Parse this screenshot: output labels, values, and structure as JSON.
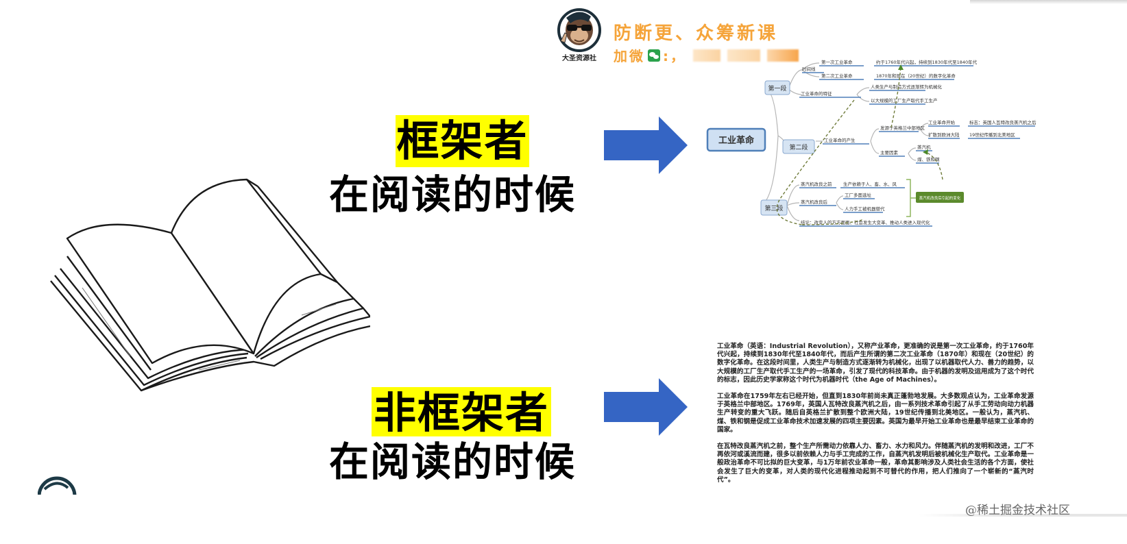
{
  "watermark": {
    "logo_label": "大圣资源社",
    "title": "防断更、众筹新课",
    "contact_prefix": "加微",
    "contact_icon": "wechat-icon",
    "contact_value": ":，"
  },
  "framer": {
    "highlight": "框架者",
    "subtitle": "在阅读的时候"
  },
  "non_framer": {
    "highlight": "非框架者",
    "subtitle": "在阅读的时候"
  },
  "colors": {
    "highlight": "#ffff00",
    "arrow": "#3565c4",
    "watermark": "#f5a43a",
    "mindmap_node": "#cfe0f3",
    "mindmap_line": "#4f7fb8",
    "callout": "#5b8a2c"
  },
  "mindmap": {
    "root": "工业革命",
    "branches": [
      {
        "label": "第一段",
        "children": [
          {
            "label": "时间线",
            "children": [
              {
                "label": "第一次工业革命",
                "detail": "约于1760年代兴起，持续到1830年代至1840年代"
              },
              {
                "label": "第二次工业革命",
                "detail": "1870年和现在（20世纪）的数字化革命"
              }
            ]
          },
          {
            "label": "工业革命的特征",
            "children": [
              {
                "label": "人类生产与制造方式逐渐转为机械化"
              },
              {
                "label": "以大规模的工厂生产取代手工生产"
              }
            ]
          }
        ]
      },
      {
        "label": "第二段",
        "children": [
          {
            "label": "工业革命的产生",
            "children": [
              {
                "label": "发源于英格兰中部地区",
                "children": [
                  {
                    "label": "工业革命开始",
                    "detail": "标志：英国人瓦特改良蒸汽机之后"
                  },
                  {
                    "label": "扩散到欧洲大陆",
                    "detail": "19世纪传播到北美地区"
                  }
                ]
              },
              {
                "label": "主要因素",
                "children": [
                  {
                    "label": "蒸汽机"
                  },
                  {
                    "label": "煤、铁和钢"
                  }
                ]
              }
            ]
          }
        ]
      },
      {
        "label": "第三段",
        "children": [
          {
            "label": "蒸汽机改良之前",
            "detail": "生产依赖于人、畜、水、风"
          },
          {
            "label": "蒸汽机改良后",
            "children": [
              {
                "label": "工厂多面选址"
              },
              {
                "label": "人力手工被机器替代"
              }
            ]
          },
          {
            "label": "结论：改变人的方方面面、社会发生大变革、推动人类进入现代化"
          }
        ]
      }
    ],
    "callout": "蒸汽机改良后引起的变化"
  },
  "document": {
    "paragraphs": [
      "工业革命（英语：Industrial Revolution），又称产业革命，更准确的说是第一次工业革命，约于1760年代兴起，持续到1830年代至1840年代，而后产生所谓的第二次工业革命（1870年）和现在（20世纪）的数字化革命。在这段时间里，人类生产与制造方式逐渐转为机械化，出现了以机器取代人力、兽力的趋势，以大规模的工厂生产取代手工生产的一场革命，引发了现代的科技革命。由于机器的发明及运用成为了这个时代的标志，因此历史学家称这个时代为机器时代（the Age of Machines）。",
      "工业革命在1759年左右已经开始，但直到1830年前尚未真正蓬勃地发展。大多数观点认为，工业革命发源于英格兰中部地区。1769年，英国人瓦特改良蒸汽机之后，由一系列技术革命引起了从手工劳动向动力机器生产转变的重大飞跃。随后自英格兰扩散到整个欧洲大陆，19世纪传播到北美地区。一般认为，蒸汽机、煤、铁和钢是促成工业革命技术加速发展的四项主要因素。英国为最早开始工业革命也是最早结束工业革命的国家。",
      "在瓦特改良蒸汽机之前，整个生产所需动力依靠人力、畜力、水力和风力。伴随蒸汽机的发明和改进，工厂不再依河或溪流而建，很多以前依赖人力与手工完成的工作，自蒸汽机发明后被机械化生产取代。工业革命是一般政治革命不可比拟的巨大变革，与1万年前农业革命一般，革命其影响涉及人类社会生活的各个方面，使社会发生了巨大的变革，对人类的现代化进程推动起到不可替代的作用，把人们推向了一个崭新的“蒸汽时代”。"
    ]
  },
  "footer": {
    "credit": "@稀土掘金技术社区"
  }
}
